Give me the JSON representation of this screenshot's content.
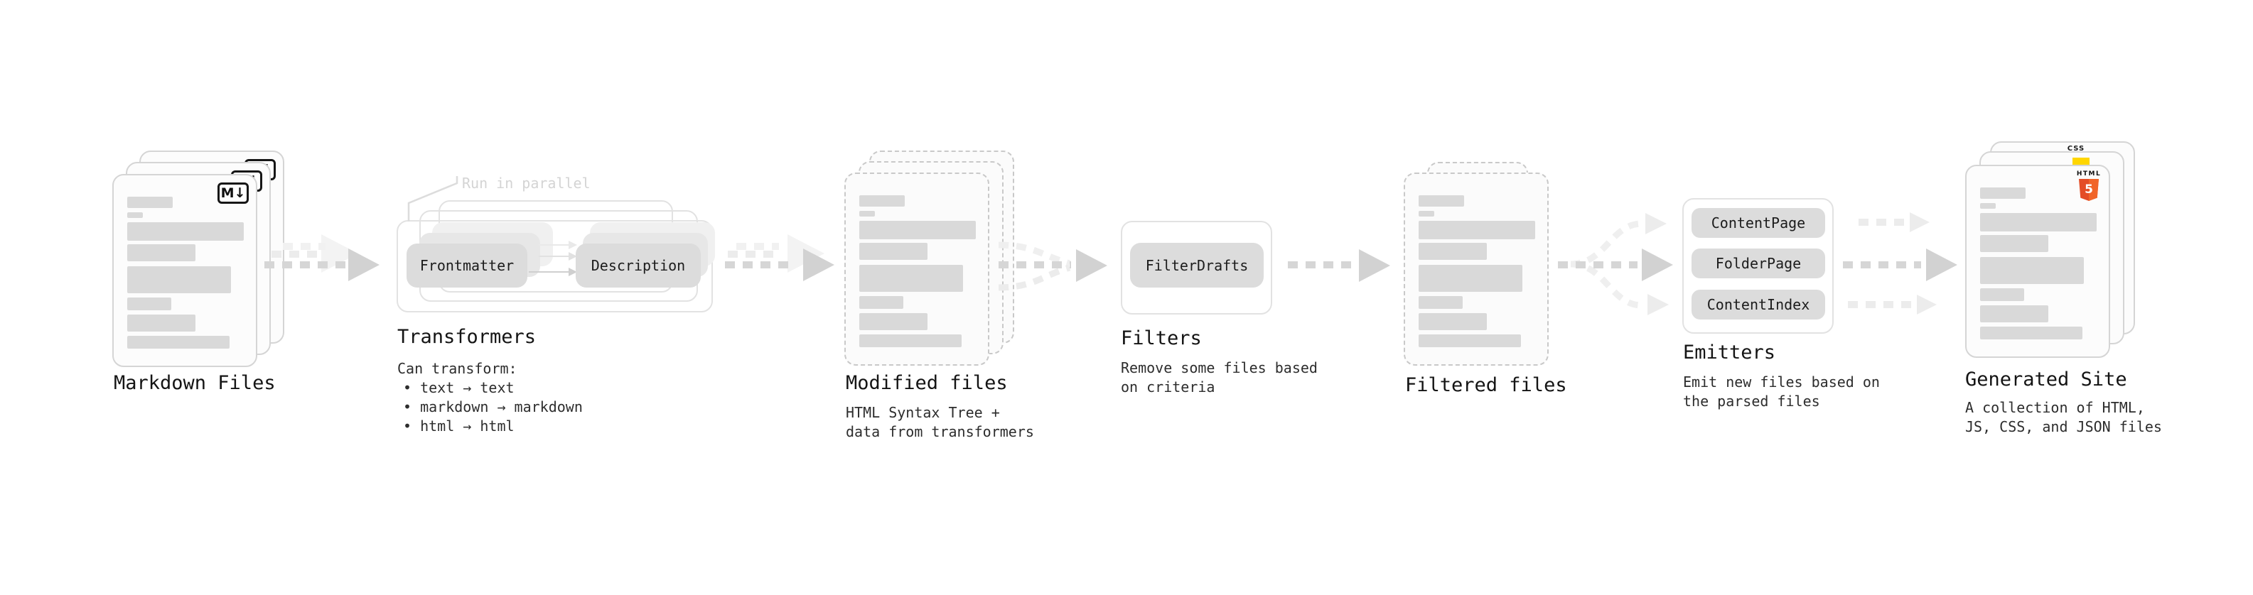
{
  "colors": {
    "html5_orange_dark": "#e44d26",
    "html5_orange_light": "#f16529",
    "js_yellow": "#ffd600",
    "css_blue": "#2962f2",
    "placeholder_gray": "#d9d9d9"
  },
  "stages": {
    "markdown_files": {
      "title": "Markdown Files",
      "badge_label": "M↓"
    },
    "transformers": {
      "title": "Transformers",
      "callout": "Run in parallel",
      "pill_left": "Frontmatter",
      "pill_right": "Description",
      "desc_heading": "Can transform:",
      "bullets": [
        "• text → text",
        "• markdown → markdown",
        "• html → html"
      ]
    },
    "modified_files": {
      "title": "Modified files",
      "description": "HTML Syntax Tree +\ndata from transformers"
    },
    "filters": {
      "title": "Filters",
      "pill": "FilterDrafts",
      "description": "Remove some files based\non criteria"
    },
    "filtered_files": {
      "title": "Filtered files"
    },
    "emitters": {
      "title": "Emitters",
      "pills": [
        "ContentPage",
        "FolderPage",
        "ContentIndex"
      ],
      "description": "Emit new files based on\nthe parsed files"
    },
    "generated_site": {
      "title": "Generated Site",
      "description": "A collection of HTML,\nJS, CSS, and JSON files",
      "css_badge": "CSS",
      "html_badge": "HTML",
      "html5_number": "5"
    }
  }
}
